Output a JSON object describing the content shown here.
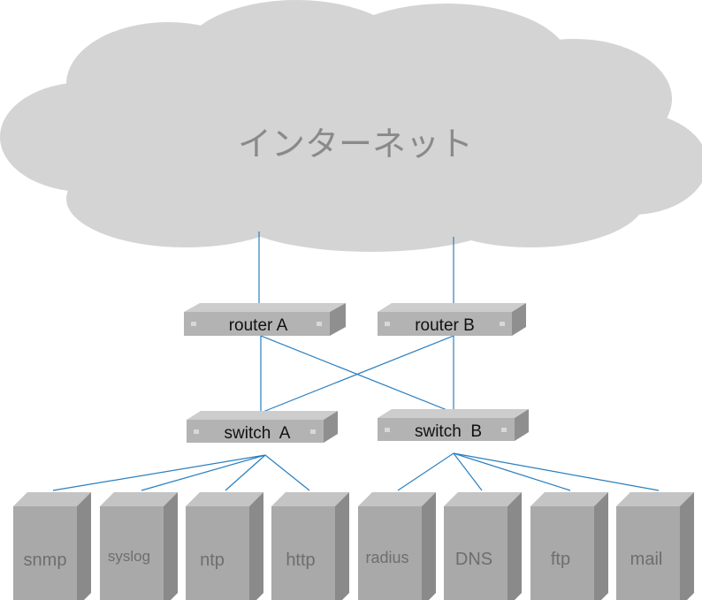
{
  "cloud": {
    "label": "インターネット"
  },
  "routers": [
    {
      "id": "router-a",
      "label": "router A"
    },
    {
      "id": "router-b",
      "label": "router B"
    }
  ],
  "switches": [
    {
      "id": "switch-a",
      "label": "switch  A"
    },
    {
      "id": "switch-b",
      "label": "switch  B"
    }
  ],
  "servers": [
    {
      "label": "snmp"
    },
    {
      "label": "syslog"
    },
    {
      "label": "ntp"
    },
    {
      "label": "http"
    },
    {
      "label": "radius"
    },
    {
      "label": "DNS"
    },
    {
      "label": "ftp"
    },
    {
      "label": "mail"
    }
  ],
  "colors": {
    "cloud": "#d4d4d4",
    "link": "#2a7fbf",
    "device": "#b3b3b3",
    "server": "#a9a9a9"
  }
}
